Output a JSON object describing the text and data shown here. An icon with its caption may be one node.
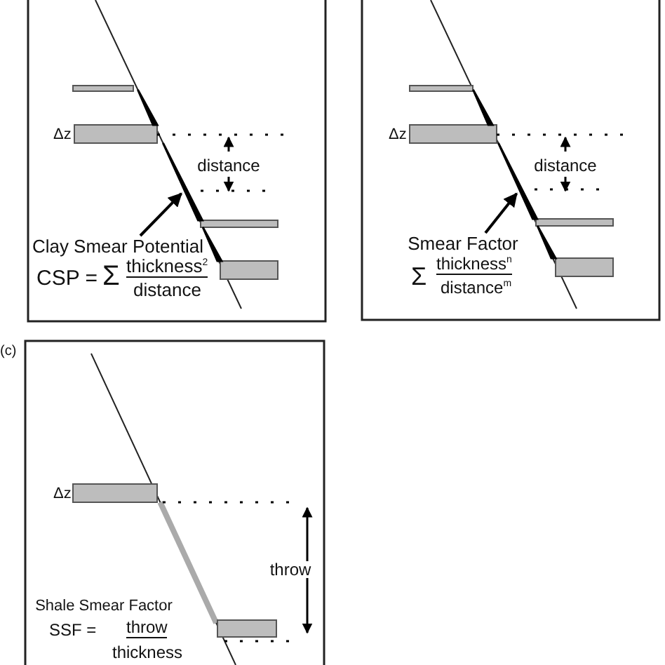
{
  "diagram": {
    "nodes": [
      {
        "text": [
          "Clay Smear Potential"
        ]
      },
      {
        "text": [],
        "shape": "line"
      },
      {
        "text": [
          "Smear Factor"
        ]
      },
      {
        "text": [],
        "shape": "line"
      }
    ],
    "edges": [
      {
        "from": 0,
        "to": 1,
        "arrow": "to"
      },
      {
        "from": 2,
        "to": 3,
        "arrow": "to"
      }
    ],
    "labels": [
      "Δz",
      "distance",
      "CSP =",
      "Σ",
      "thickness$^{2}$",
      "distance",
      "Δz",
      "distance",
      "Σ",
      "thickness$^{n}$",
      "distance$^{m}$",
      "(c)",
      "Δz",
      "throw",
      "Shale Smear Factor",
      "SSF =",
      "throw",
      "thickness"
    ]
  }
}
